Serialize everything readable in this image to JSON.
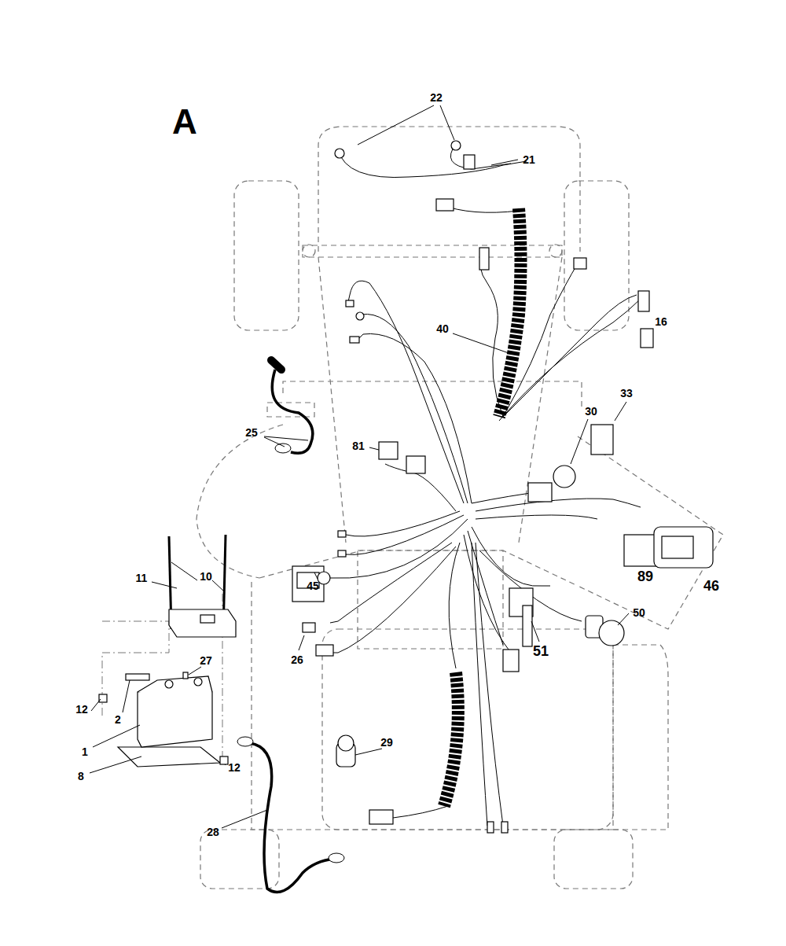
{
  "diagram": {
    "labels": [
      "A",
      "22",
      "21",
      "40",
      "16",
      "33",
      "30",
      "25",
      "81",
      "10",
      "11",
      "45",
      "89",
      "46",
      "50",
      "27",
      "26",
      "51",
      "12",
      "2",
      "1",
      "8",
      "12",
      "29",
      "28"
    ]
  }
}
